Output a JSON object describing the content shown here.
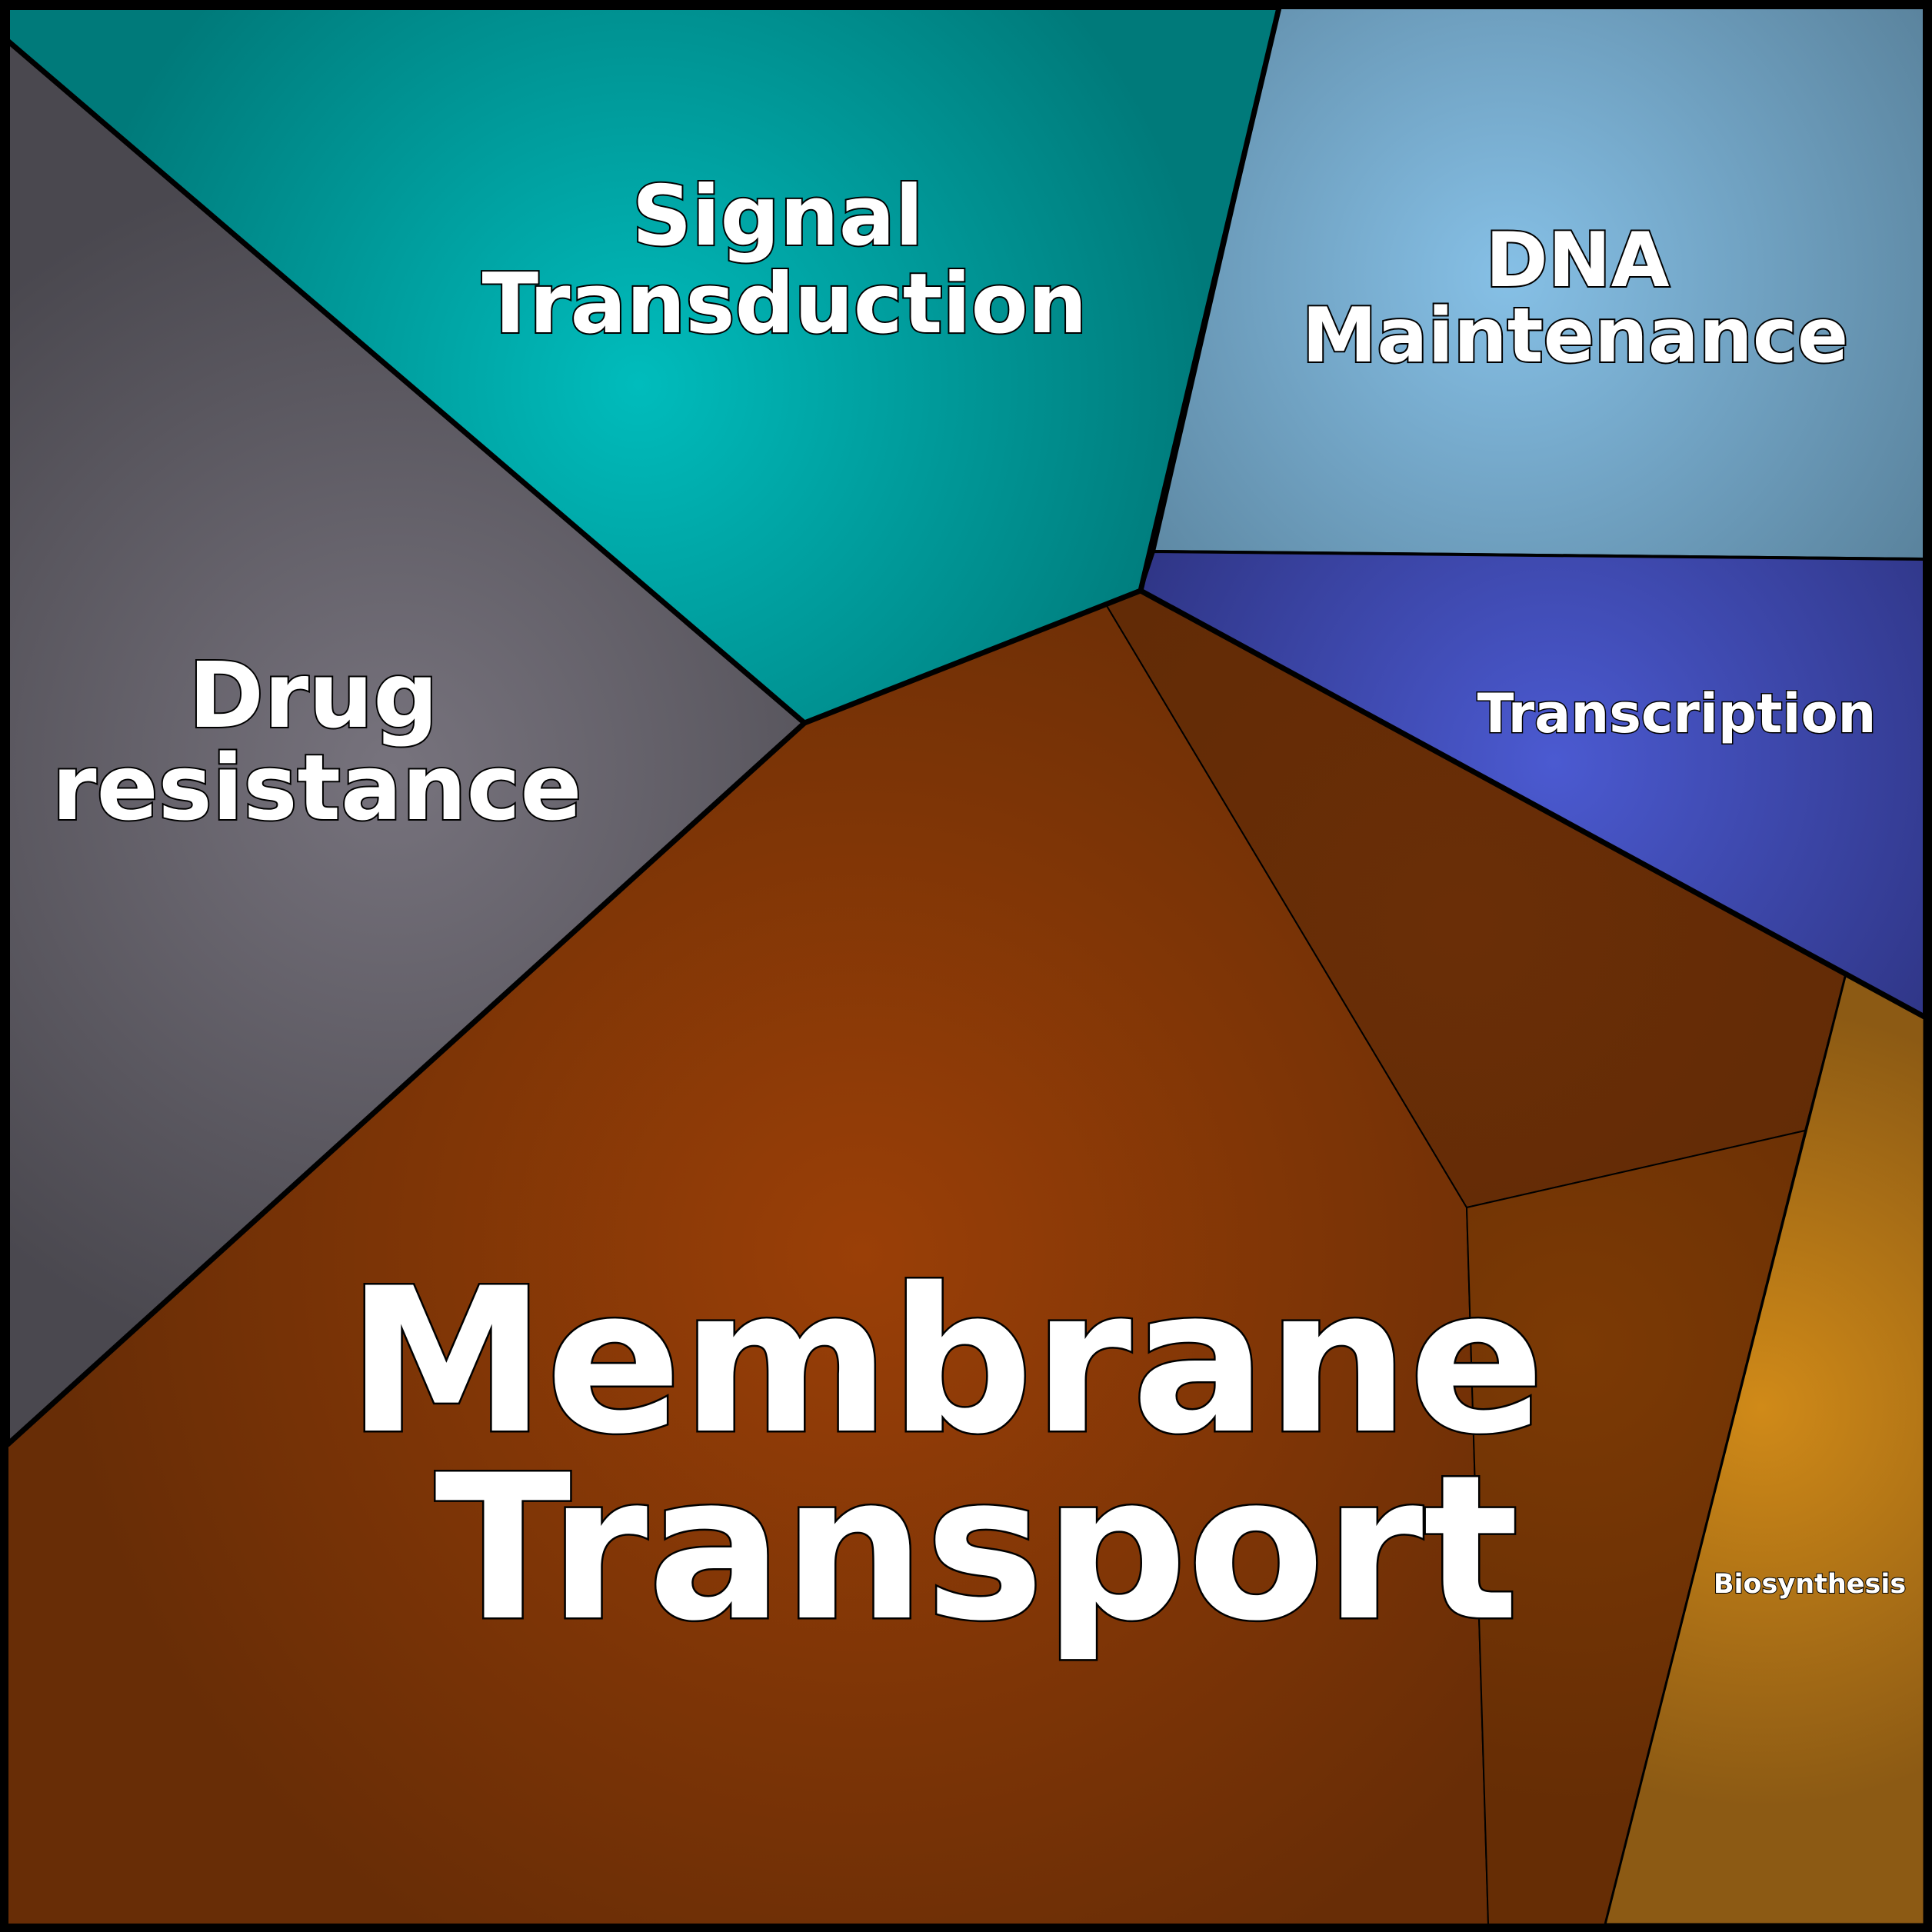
{
  "diagram": {
    "type": "voronoi-treemap",
    "cells": [
      {
        "id": "signal",
        "name": "signal-transduction-cell",
        "label_lines": [
          "Signal",
          "Transduction"
        ],
        "color_light": "#00bcbc",
        "color_dark": "#007a7a"
      },
      {
        "id": "dna",
        "name": "dna-maintenance-cell",
        "label_lines": [
          "DNA",
          "Maintenance"
        ],
        "color_light": "#86c0e6",
        "color_dark": "#5a839d"
      },
      {
        "id": "drug",
        "name": "drug-resistance-cell",
        "label_lines": [
          "Drug",
          "resistance"
        ],
        "color_light": "#77737d",
        "color_dark": "#4a484f"
      },
      {
        "id": "transcription",
        "name": "transcription-cell",
        "label_lines": [
          "Transcription"
        ],
        "color_light": "#4b5ad1",
        "color_dark": "#2f3585"
      },
      {
        "id": "membrane",
        "name": "membrane-transport-cell",
        "label_lines": [
          "Membrane",
          "Transport"
        ],
        "color_light": "#9a3f07",
        "color_dark": "#682d06"
      },
      {
        "id": "membrane_sub_a",
        "name": "membrane-transport-subcell-upper-right",
        "label_lines": [],
        "color_light": "#6a2e07",
        "color_dark": "#622b06"
      },
      {
        "id": "membrane_sub_b",
        "name": "membrane-transport-subcell-lower-right",
        "label_lines": [],
        "color_light": "#7c3a05",
        "color_dark": "#662d05"
      },
      {
        "id": "biosynthesis",
        "name": "biosynthesis-cell",
        "label_lines": [
          "Biosynthesis"
        ],
        "color_light": "#d08a18",
        "color_dark": "#8c5a14"
      }
    ]
  }
}
